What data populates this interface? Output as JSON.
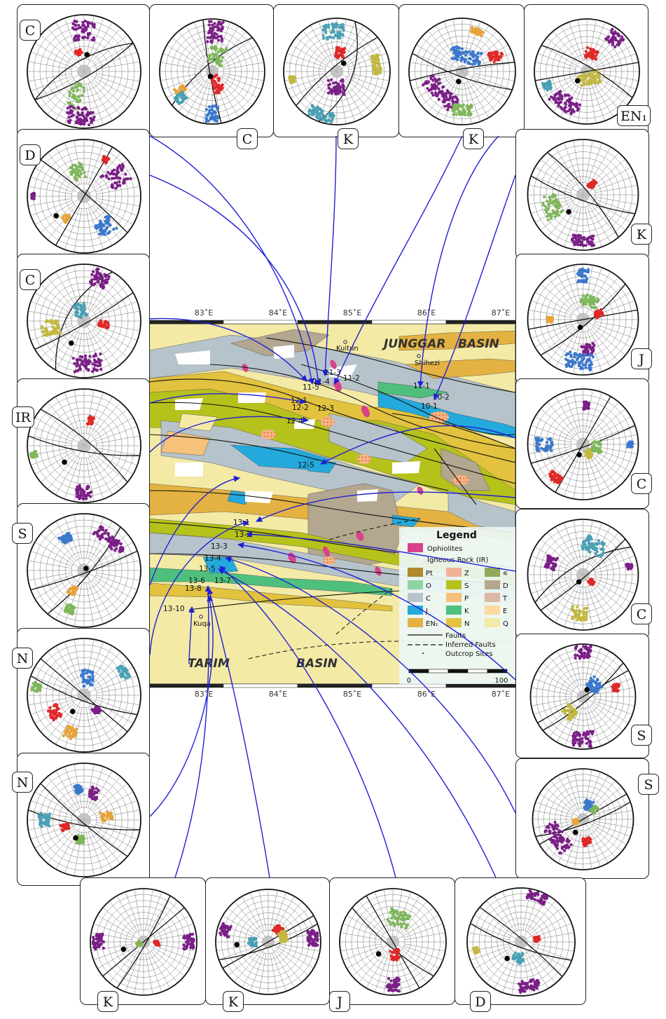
{
  "map": {
    "lon_ticks": [
      "83˚E",
      "84˚E",
      "85˚E",
      "86˚E",
      "87˚E"
    ],
    "basins": [
      {
        "id": "junggar",
        "lines": [
          "JUNGGAR",
          "BASIN"
        ]
      },
      {
        "id": "tarim",
        "lines": [
          "TARIM",
          "BASIN"
        ]
      }
    ],
    "cities": [
      "Kuitun",
      "Shihezi",
      "Kuqa"
    ],
    "sites": [
      "11-4",
      "11-3",
      "11-2",
      "11-5",
      "11-1",
      "10-2",
      "10-1",
      "12-1",
      "12-2",
      "12-3",
      "12-4",
      "12-5",
      "13-1",
      "13-2",
      "13-3",
      "13-4",
      "13-5",
      "13-6",
      "13-7",
      "13-8",
      "13-10"
    ],
    "scale": {
      "start": "0",
      "end": "100"
    },
    "legend": {
      "title": "Legend",
      "ophiolites": "Ophiolites",
      "igneous": "Igneous Rock (IR)",
      "units": [
        {
          "label": "Pt",
          "color": "#b08a2c"
        },
        {
          "label": "Z",
          "color": "#f4b19a"
        },
        {
          "label": "∊",
          "color": "#93a85a"
        },
        {
          "label": "O",
          "color": "#8fd3a5"
        },
        {
          "label": "S",
          "color": "#b6c21c"
        },
        {
          "label": "D",
          "color": "#b3a78f"
        },
        {
          "label": "C",
          "color": "#b6c3cb"
        },
        {
          "label": "P",
          "color": "#f6c27b"
        },
        {
          "label": "T",
          "color": "#dcb8a4"
        },
        {
          "label": "J",
          "color": "#23a9dc"
        },
        {
          "label": "K",
          "color": "#4fbf7e"
        },
        {
          "label": "E",
          "color": "#fbdaa0"
        },
        {
          "label": "EN₁",
          "color": "#e3b242"
        },
        {
          "label": "N",
          "color": "#e2c23e"
        },
        {
          "label": "Q",
          "color": "#f3eaa6"
        }
      ],
      "faults": "Faults",
      "inferred": "Inferred Faults",
      "outcrops": "Outcrop Sites"
    }
  },
  "panel_labels": [
    "C",
    "C",
    "K",
    "K",
    "EN₁",
    "D",
    "K",
    "C",
    "J",
    "IR",
    "C",
    "S",
    "C",
    "N",
    "S",
    "N",
    "S",
    "K",
    "K",
    "J",
    "D"
  ],
  "colors": {
    "link": "#1f1fd6",
    "purple": "#7b1f87",
    "green": "#7fb65a",
    "red": "#e02828",
    "blue": "#3a78cc",
    "teal": "#4aa0b4",
    "olive": "#c2b840",
    "orange": "#e7a33a",
    "seagreen": "#5aa58c"
  }
}
